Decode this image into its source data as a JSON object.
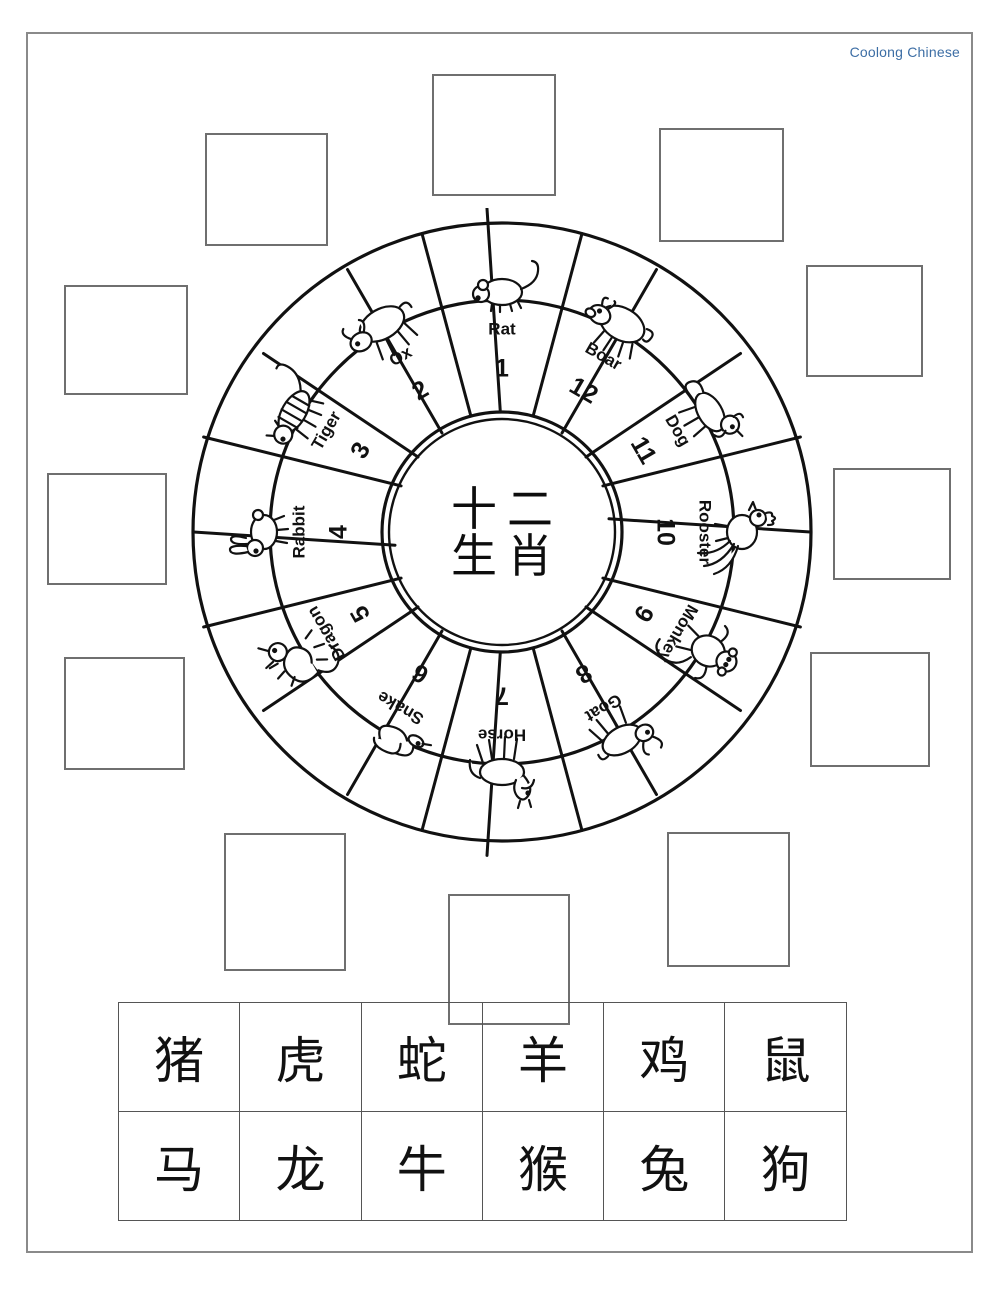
{
  "brand": "Coolong Chinese",
  "center": {
    "line1": "十二",
    "line2": "生肖",
    "full": "十二生肖"
  },
  "wheel": {
    "segments": [
      {
        "name": "Rat",
        "number": "1",
        "icon": "rat-icon"
      },
      {
        "name": "Ox",
        "number": "2",
        "icon": "ox-icon"
      },
      {
        "name": "Tiger",
        "number": "3",
        "icon": "tiger-icon"
      },
      {
        "name": "Rabbit",
        "number": "4",
        "icon": "rabbit-icon"
      },
      {
        "name": "Dragon",
        "number": "5",
        "icon": "dragon-icon"
      },
      {
        "name": "Snake",
        "number": "6",
        "icon": "snake-icon"
      },
      {
        "name": "Horse",
        "number": "7",
        "icon": "horse-icon"
      },
      {
        "name": "Goat",
        "number": "8",
        "icon": "goat-icon"
      },
      {
        "name": "Monkey",
        "number": "9",
        "icon": "monkey-icon"
      },
      {
        "name": "Rooster",
        "number": "10",
        "icon": "rooster-icon"
      },
      {
        "name": "Dog",
        "number": "11",
        "icon": "dog-icon"
      },
      {
        "name": "Boar",
        "number": "12",
        "icon": "boar-icon"
      }
    ]
  },
  "answer_boxes": [
    {
      "id": "box-top",
      "value": ""
    },
    {
      "id": "box-top-left",
      "value": ""
    },
    {
      "id": "box-top-right",
      "value": ""
    },
    {
      "id": "box-upper-left",
      "value": ""
    },
    {
      "id": "box-upper-right",
      "value": ""
    },
    {
      "id": "box-mid-left",
      "value": ""
    },
    {
      "id": "box-mid-right",
      "value": ""
    },
    {
      "id": "box-lower-left",
      "value": ""
    },
    {
      "id": "box-lower-right",
      "value": ""
    },
    {
      "id": "box-bottom-left",
      "value": ""
    },
    {
      "id": "box-bottom",
      "value": ""
    },
    {
      "id": "box-bottom-right",
      "value": ""
    }
  ],
  "char_table": {
    "rows": [
      [
        "猪",
        "虎",
        "蛇",
        "羊",
        "鸡",
        "鼠"
      ],
      [
        "马",
        "龙",
        "牛",
        "猴",
        "兔",
        "狗"
      ]
    ]
  },
  "colors": {
    "brand_text": "#3d6ea5",
    "page_border": "#8a8a8a",
    "ink": "#111111",
    "box_border": "#6f6f6f"
  }
}
